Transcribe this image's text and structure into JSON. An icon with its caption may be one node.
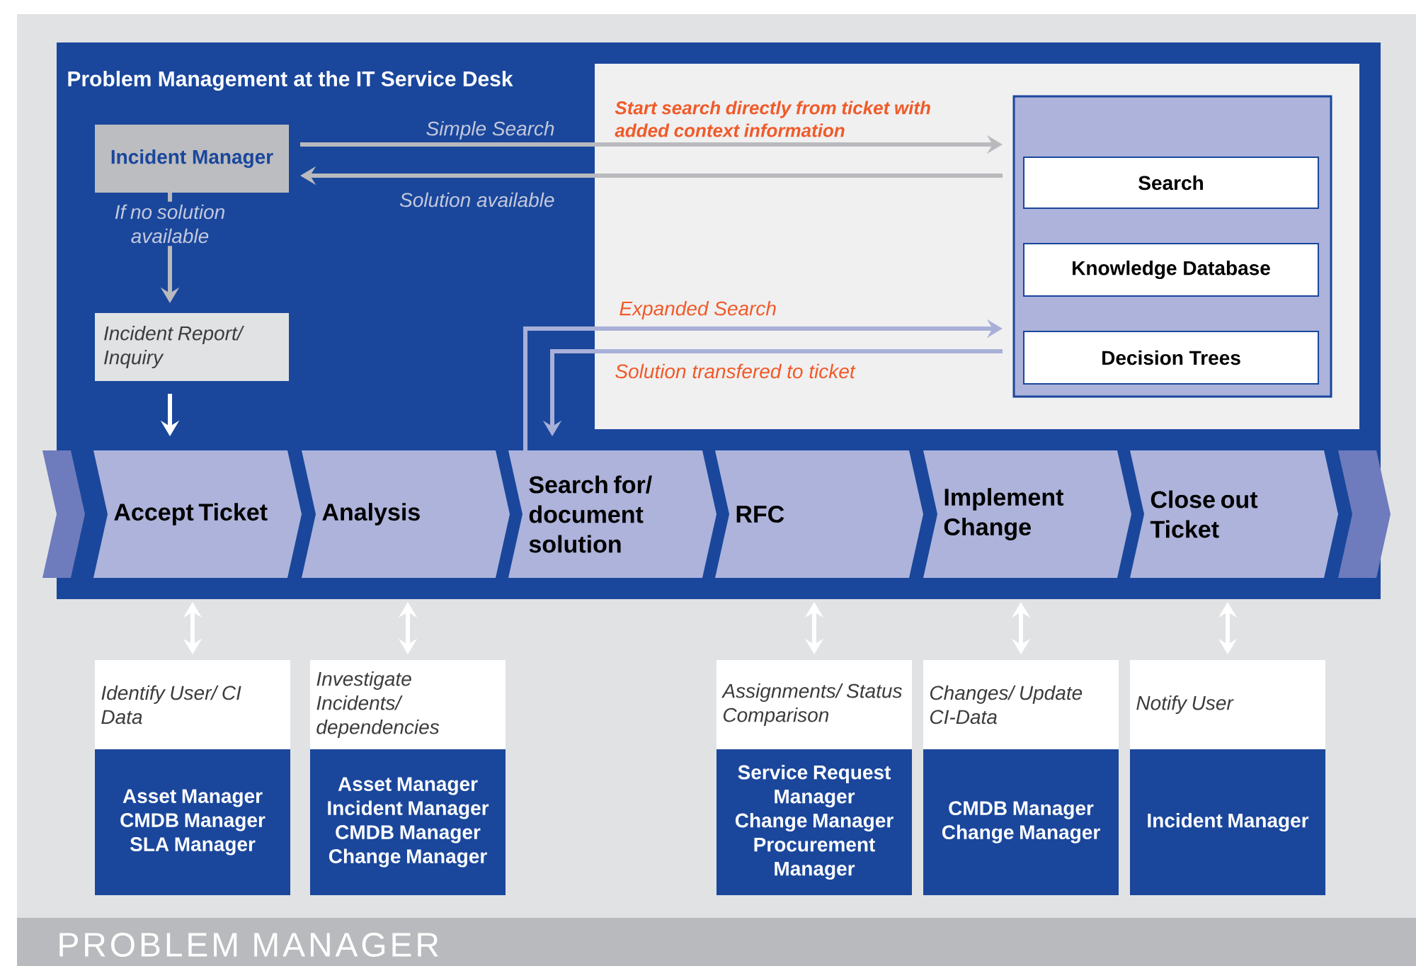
{
  "diagram": {
    "nodes": [
      {
        "text": [
          "Problem Management at the IT Service Desk"
        ]
      },
      {
        "text": [],
        "shape": "box",
        "in": 0
      },
      {
        "text": [
          "Incident Manager"
        ],
        "in": 0
      },
      {
        "text": [
          "Incident Report/ Inquiry"
        ],
        "in": 0
      },
      {
        "text": [],
        "shape": "box",
        "in": 1
      },
      {
        "text": [
          "Search"
        ],
        "in": 4
      },
      {
        "text": [
          "Knowledge Database"
        ],
        "in": 4
      },
      {
        "text": [
          "Decision Trees"
        ],
        "in": 4
      },
      {
        "text": [],
        "shape": "chevron"
      },
      {
        "text": [
          "Accept Ticket"
        ],
        "in": 0
      },
      {
        "text": [
          "Analysis"
        ],
        "in": 0
      },
      {
        "text": [
          "Search for/ document solution"
        ],
        "in": 0
      },
      {
        "text": [
          "RFC"
        ],
        "in": 0
      },
      {
        "text": [
          "Implement Change"
        ],
        "in": 0
      },
      {
        "text": [
          "Close out Ticket"
        ],
        "in": 0
      },
      {
        "text": [],
        "shape": "chevron"
      },
      {
        "text": [
          "Identify User/ CI Data",
          "Asset Manager CMDB Manager SLA Manager"
        ]
      },
      {
        "text": [
          "Investigate Incidents/ dependencies",
          "Asset Manager Incident Manager CMDB Manager Change Manager"
        ]
      },
      {
        "text": [
          "Assignments/ Status Comparison",
          "Service Request Manager Change Manager Procurement Manager"
        ]
      },
      {
        "text": [
          "Changes/ Update CI-Data",
          "CMDB Manager Change Manager"
        ]
      },
      {
        "text": [
          "Notify User",
          "Incident Manager"
        ]
      }
    ],
    "edges": [
      {
        "from": 2,
        "to": 4,
        "arrow": "to",
        "label": "Simple Search",
        "color": "#b9babd"
      },
      {
        "from": 4,
        "to": 2,
        "arrow": "to",
        "label": "Solution available",
        "color": "#b9babd"
      },
      {
        "from": 2,
        "to": 3,
        "arrow": "to",
        "label": "If no solution available",
        "color": "#b9babd"
      },
      {
        "from": 3,
        "to": 9,
        "arrow": "to"
      },
      {
        "from": 11,
        "to": 4,
        "arrow": "to",
        "label": "Expanded Search",
        "color": "#a9b0d8"
      },
      {
        "from": 4,
        "to": 11,
        "arrow": "to",
        "label": "Solution transfered to ticket",
        "color": "#a9b0d8"
      },
      {
        "from": 9,
        "to": 16,
        "arrow": "both"
      },
      {
        "from": 10,
        "to": 17,
        "arrow": "both"
      },
      {
        "from": 12,
        "to": 18,
        "arrow": "both"
      },
      {
        "from": 13,
        "to": 19,
        "arrow": "both"
      },
      {
        "from": 14,
        "to": 20,
        "arrow": "both"
      }
    ],
    "labels": [
      "Start search directly from ticket with added context information",
      "PROBLEM MANAGER"
    ]
  }
}
